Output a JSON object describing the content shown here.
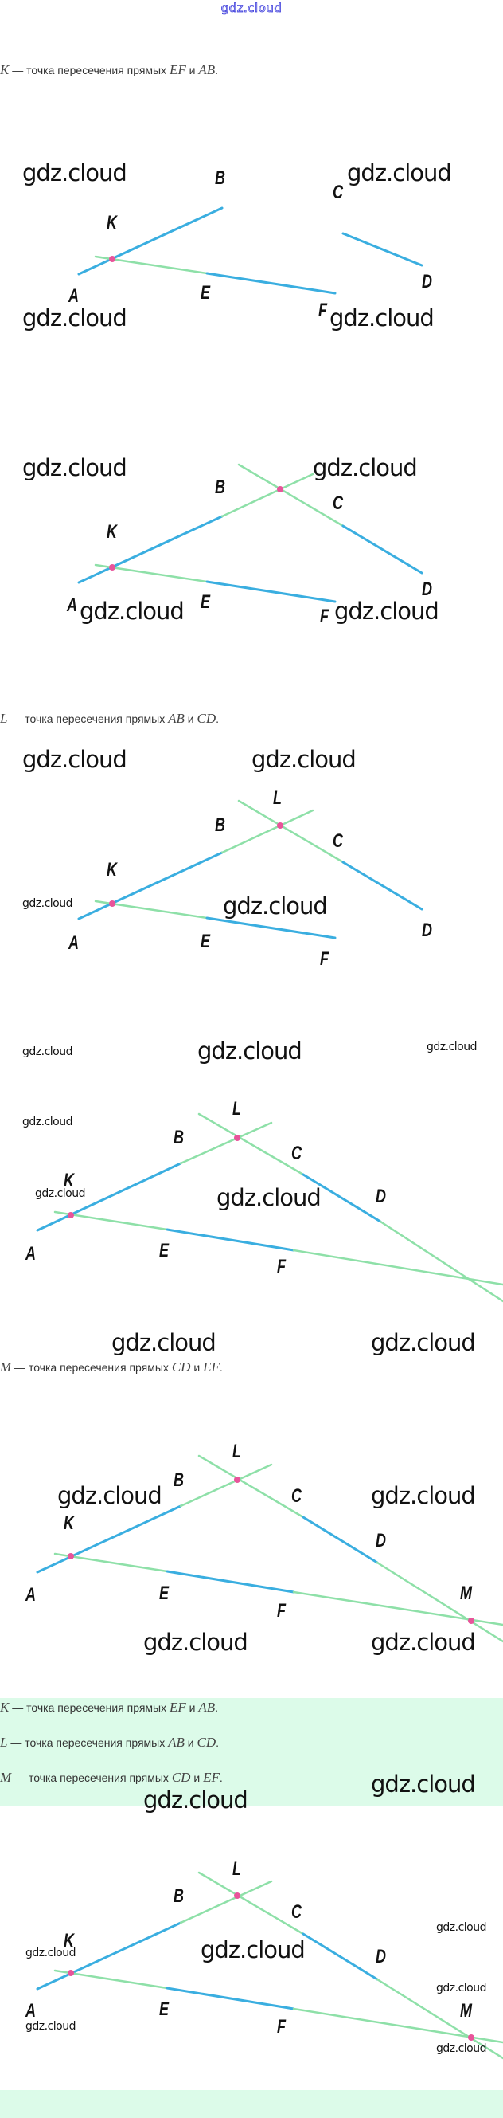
{
  "header": {
    "logo": "gdz.cloud"
  },
  "captions": {
    "k": {
      "point": "K",
      "text": " — точка пересечения прямых ",
      "line1": "EF",
      "and": " и ",
      "line2": "AB",
      "end": "."
    },
    "l": {
      "point": "L",
      "text": " — точка пересечения прямых ",
      "line1": "AB",
      "and": " и ",
      "line2": "CD",
      "end": "."
    },
    "m": {
      "point": "M",
      "text": " — точка пересечения прямых ",
      "line1": "CD",
      "and": " и ",
      "line2": "EF",
      "end": "."
    }
  },
  "watermark": "gdz.cloud",
  "labels": {
    "A": "A",
    "B": "B",
    "C": "C",
    "D": "D",
    "E": "E",
    "F": "F",
    "K": "K",
    "L": "L",
    "M": "M"
  },
  "colors": {
    "segment": "#3aaee0",
    "extension": "#8ee0a8",
    "point": "#e8549a",
    "answer_bg": "#dcfbe9",
    "logo": "#3a3adc"
  }
}
